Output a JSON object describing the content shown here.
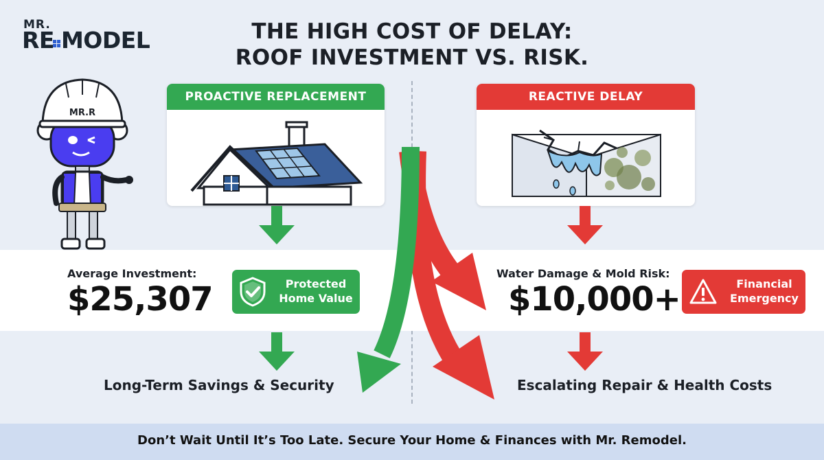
{
  "brand": {
    "line1": "MR.",
    "line2_a": "RE",
    "line2_b": "MODEL",
    "mascot_hat": "MR.R"
  },
  "title": {
    "line1": "THE HIGH COST OF DELAY:",
    "line2": "ROOF INVESTMENT VS. RISK."
  },
  "left": {
    "header": "PROACTIVE REPLACEMENT",
    "stat_label": "Average Investment:",
    "stat_value": "$25,307",
    "badge_line1": "Protected",
    "badge_line2": "Home Value",
    "outcome": "Long-Term Savings & Security"
  },
  "right": {
    "header": "REACTIVE DELAY",
    "stat_label": "Water Damage & Mold Risk:",
    "stat_value": "$10,000+",
    "badge_line1": "Financial",
    "badge_line2": "Emergency",
    "outcome": "Escalating Repair & Health Costs"
  },
  "footer": "Don’t Wait Until It’s Too Late. Secure Your Home & Finances with Mr. Remodel.",
  "colors": {
    "green": "#33a852",
    "red": "#e33a36",
    "background": "#e9eef6",
    "footer_bg": "#cfdcf1",
    "logo_accent": "#2f5fd0"
  },
  "icons": [
    "house-roof-icon",
    "water-damage-mold-icon",
    "shield-check-icon",
    "warning-triangle-icon",
    "down-arrow-icon",
    "robot-mascot"
  ]
}
